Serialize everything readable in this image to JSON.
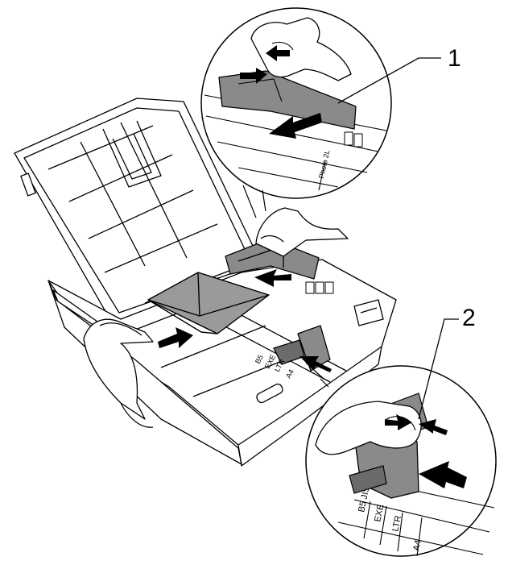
{
  "callouts": {
    "one": "1",
    "two": "2"
  },
  "tray_labels": {
    "photo_2l": "Photo 2L",
    "b5_jis": "B5 JIS",
    "exe": "EXE",
    "ltr": "LTR",
    "a4": "A4",
    "b5": "B5",
    "exe_small": "EXE",
    "ltr_small": "LTR",
    "a4_small": "A4"
  },
  "colors": {
    "line": "#000000",
    "guide_fill": "#8a8a8a",
    "guide_dark": "#6b6b6b",
    "envelope": "#9a9a9a",
    "arrow": "#000000"
  }
}
